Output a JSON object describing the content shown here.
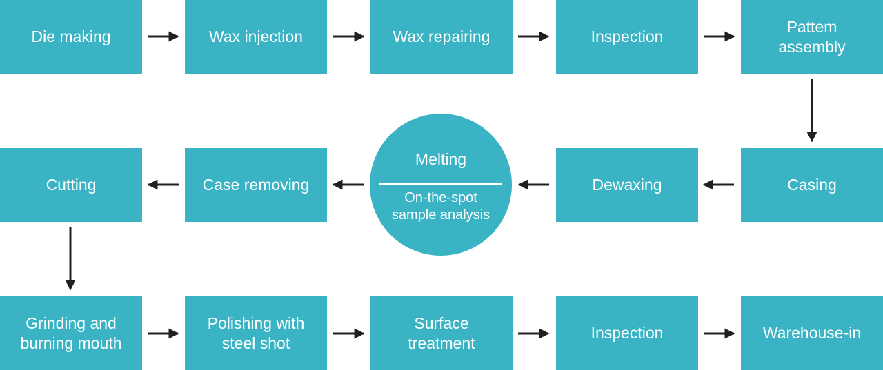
{
  "colors": {
    "box_fill": "#3ab4c5",
    "box_text": "#ffffff",
    "arrow": "#231f20"
  },
  "steps": {
    "die_making": "Die making",
    "wax_injection": "Wax injection",
    "wax_repairing": "Wax repairing",
    "inspection_1": "Inspection",
    "pattern_assembly": "Pattem assembly",
    "casing": "Casing",
    "dewaxing": "Dewaxing",
    "melting": "Melting",
    "melting_sub": "On-the-spot sample analysis",
    "case_removing": "Case removing",
    "cutting": "Cutting",
    "grinding": "Grinding and burning mouth",
    "polishing": "Polishing with steel shot",
    "surface": "Surface treatment",
    "inspection_2": "Inspection",
    "warehouse": "Warehouse-in"
  }
}
